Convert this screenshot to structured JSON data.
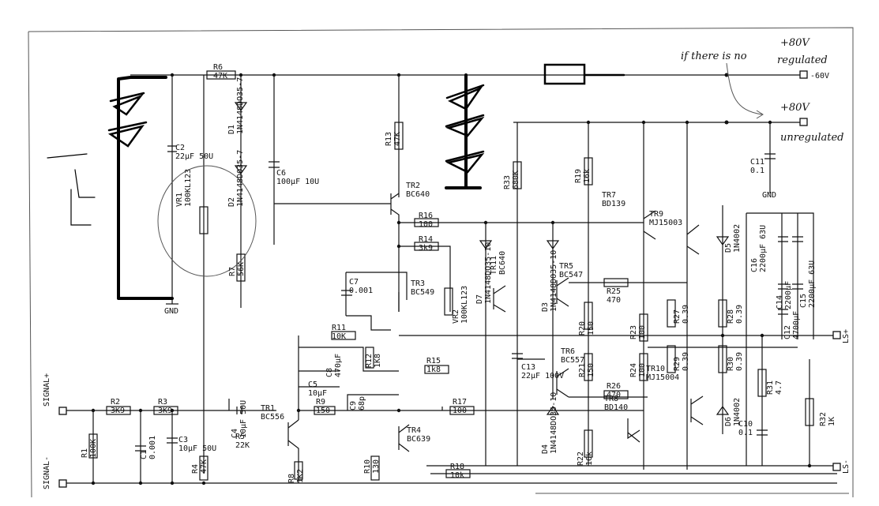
{
  "annotations": {
    "note_no": "if there is no",
    "v80_reg_1": "+80V",
    "v80_reg_2": "regulated",
    "v80_unreg_1": "+80V",
    "v80_unreg_2": "unregulated",
    "rail_neg": "-60V"
  },
  "terminals": {
    "signal_pos": "SIGNAL+",
    "signal_neg": "SIGNAL-",
    "ls_pos": "LS+",
    "ls_neg": "LS-",
    "gnd1": "GND",
    "gnd2": "GND"
  },
  "components": [
    {
      "id": "R6",
      "value": "47K"
    },
    {
      "id": "C2",
      "value": "22µF 50U"
    },
    {
      "id": "VR1",
      "value": "100KL123"
    },
    {
      "id": "D1",
      "value": "1N4148DO35-7"
    },
    {
      "id": "D2",
      "value": "1N4148DO35-7"
    },
    {
      "id": "C6",
      "value": "100µF 10U"
    },
    {
      "id": "R7",
      "value": "56K"
    },
    {
      "id": "R13",
      "value": "47K"
    },
    {
      "id": "TR2",
      "value": "BC640"
    },
    {
      "id": "R16",
      "value": "100"
    },
    {
      "id": "R14",
      "value": "3k9"
    },
    {
      "id": "TR3",
      "value": "BC549"
    },
    {
      "id": "VR2",
      "value": "100KL123"
    },
    {
      "id": "C7",
      "value": "0.001"
    },
    {
      "id": "R33",
      "value": "680K"
    },
    {
      "id": "R19",
      "value": "16k"
    },
    {
      "id": "TR7",
      "value": "BD139"
    },
    {
      "id": "TR9",
      "value": "MJ15003"
    },
    {
      "id": "D5",
      "value": "1N4002"
    },
    {
      "id": "C11",
      "value": "0.1"
    },
    {
      "id": "TR11",
      "value": "BC640"
    },
    {
      "id": "TR5",
      "value": "BC547"
    },
    {
      "id": "D7",
      "value": "1N4148DO35-10"
    },
    {
      "id": "D3",
      "value": "1N4148DO35-10"
    },
    {
      "id": "R25",
      "value": "470"
    },
    {
      "id": "R20",
      "value": "150"
    },
    {
      "id": "R23",
      "value": "100"
    },
    {
      "id": "R27",
      "value": "0.39"
    },
    {
      "id": "R28",
      "value": "0.39"
    },
    {
      "id": "C16",
      "value": "2200µF 63U"
    },
    {
      "id": "C15",
      "value": "2200µF 63U"
    },
    {
      "id": "C14",
      "value": "2200µF"
    },
    {
      "id": "C12",
      "value": "4700µF"
    },
    {
      "id": "R11",
      "value": "10K"
    },
    {
      "id": "R12",
      "value": "1K8"
    },
    {
      "id": "C8",
      "value": "470µF"
    },
    {
      "id": "C5",
      "value": "10µF"
    },
    {
      "id": "R15",
      "value": "1k8"
    },
    {
      "id": "C13",
      "value": "22µF 100V"
    },
    {
      "id": "TR6",
      "value": "BC557"
    },
    {
      "id": "R21",
      "value": "150"
    },
    {
      "id": "R24",
      "value": "100"
    },
    {
      "id": "R29",
      "value": "0.39"
    },
    {
      "id": "R30",
      "value": "0.39"
    },
    {
      "id": "R26",
      "value": "470"
    },
    {
      "id": "TR8",
      "value": "BD140"
    },
    {
      "id": "TR10",
      "value": "MJ15004"
    },
    {
      "id": "D6",
      "value": "1N4002"
    },
    {
      "id": "R31",
      "value": "4.7"
    },
    {
      "id": "C10",
      "value": "0.1"
    },
    {
      "id": "R32",
      "value": "1K"
    },
    {
      "id": "R2",
      "value": "3K9"
    },
    {
      "id": "R3",
      "value": "3K9"
    },
    {
      "id": "R1",
      "value": "100K"
    },
    {
      "id": "C1",
      "value": "0.001"
    },
    {
      "id": "C3",
      "value": "10µF 50U"
    },
    {
      "id": "R4",
      "value": "47K"
    },
    {
      "id": "C4",
      "value": "10µF 50U"
    },
    {
      "id": "R5",
      "value": "22K"
    },
    {
      "id": "TR1",
      "value": "BC556"
    },
    {
      "id": "R9",
      "value": "150"
    },
    {
      "id": "C9",
      "value": "68p"
    },
    {
      "id": "R17",
      "value": "100"
    },
    {
      "id": "R8",
      "value": "1K2"
    },
    {
      "id": "R10",
      "value": "130"
    },
    {
      "id": "TR4",
      "value": "BC639"
    },
    {
      "id": "R18",
      "value": "10k"
    },
    {
      "id": "D4",
      "value": "1N4148DO35-10"
    },
    {
      "id": "R22",
      "value": "16k"
    }
  ]
}
